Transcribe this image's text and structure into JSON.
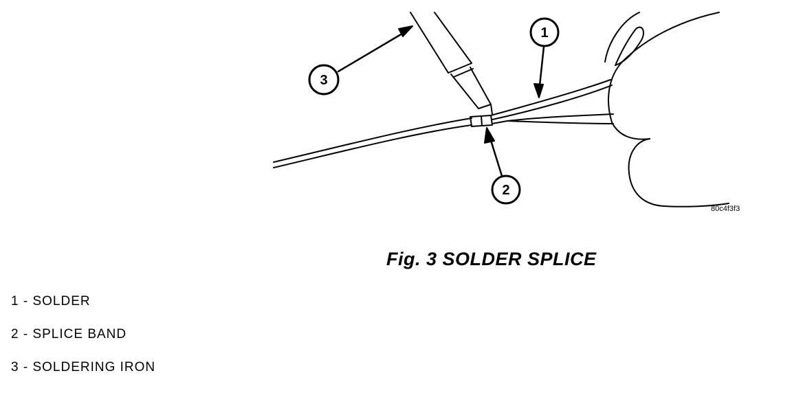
{
  "figure": {
    "code": "80c4f3f3",
    "callouts": [
      "1",
      "2",
      "3"
    ]
  },
  "caption": "Fig. 3 SOLDER SPLICE",
  "legend": [
    "1 - SOLDER",
    "2 - SPLICE BAND",
    "3 - SOLDERING IRON"
  ]
}
